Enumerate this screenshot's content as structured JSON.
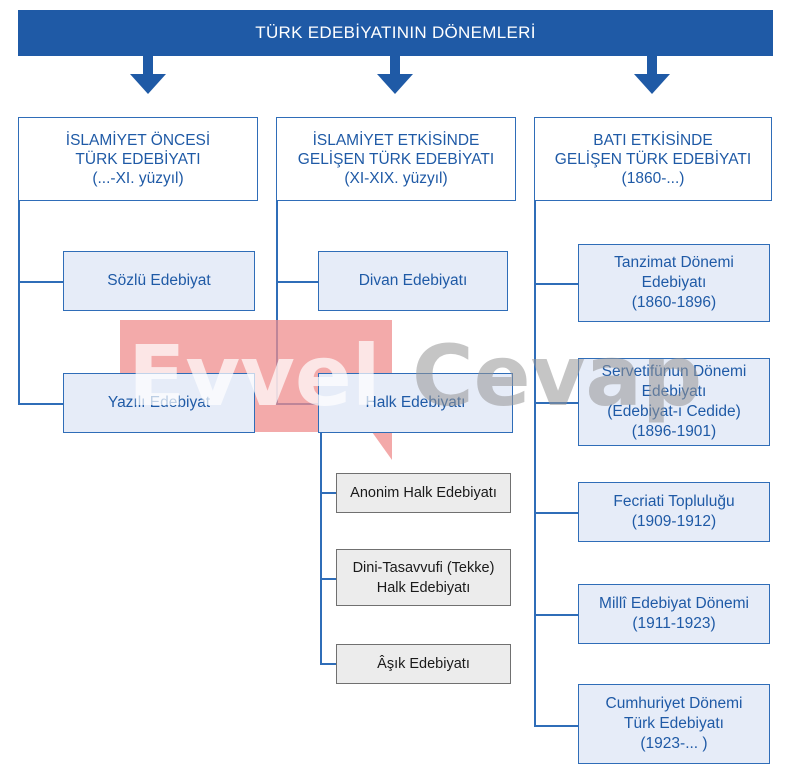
{
  "title": "TÜRK EDEBİYATININ DÖNEMLERİ",
  "columns": [
    {
      "header": [
        "İSLAMİYET ÖNCESİ",
        "TÜRK EDEBİYATI",
        "(...-XI. yüzyıl)"
      ],
      "items": [
        {
          "lines": [
            "Sözlü Edebiyat"
          ]
        },
        {
          "lines": [
            "Yazılı Edebiyat"
          ]
        }
      ]
    },
    {
      "header": [
        "İSLAMİYET ETKİSİNDE",
        "GELİŞEN TÜRK EDEBİYATI",
        "(XI-XIX. yüzyıl)"
      ],
      "items": [
        {
          "lines": [
            "Divan Edebiyatı"
          ]
        },
        {
          "lines": [
            "Halk Edebiyatı"
          ]
        }
      ],
      "subitems": [
        {
          "lines": [
            "Anonim Halk Edebiyatı"
          ]
        },
        {
          "lines": [
            "Dini-Tasavvufi (Tekke)",
            "Halk Edebiyatı"
          ]
        },
        {
          "lines": [
            "Âşık Edebiyatı"
          ]
        }
      ]
    },
    {
      "header": [
        "BATI ETKİSİNDE",
        "GELİŞEN TÜRK EDEBİYATI",
        "(1860-...)"
      ],
      "items": [
        {
          "lines": [
            "Tanzimat Dönemi",
            "Edebiyatı",
            "(1860-1896)"
          ]
        },
        {
          "lines": [
            "Servetifünun Dönemi",
            "Edebiyatı",
            "(Edebiyat-ı Cedide)",
            "(1896-1901)"
          ]
        },
        {
          "lines": [
            "Fecriati Topluluğu",
            "(1909-1912)"
          ]
        },
        {
          "lines": [
            "Millî Edebiyat Dönemi",
            "(1911-1923)"
          ]
        },
        {
          "lines": [
            "Cumhuriyet Dönemi",
            "Türk Edebiyatı",
            "(1923-... )"
          ]
        }
      ]
    }
  ],
  "watermark": {
    "brand_left": "Evvel",
    "brand_right": "Cevap",
    "accent_color": "#e84b4b"
  },
  "colors": {
    "primary": "#1f5aa6",
    "box_fill": "#e6ecf8",
    "sub_fill": "#ececec"
  }
}
